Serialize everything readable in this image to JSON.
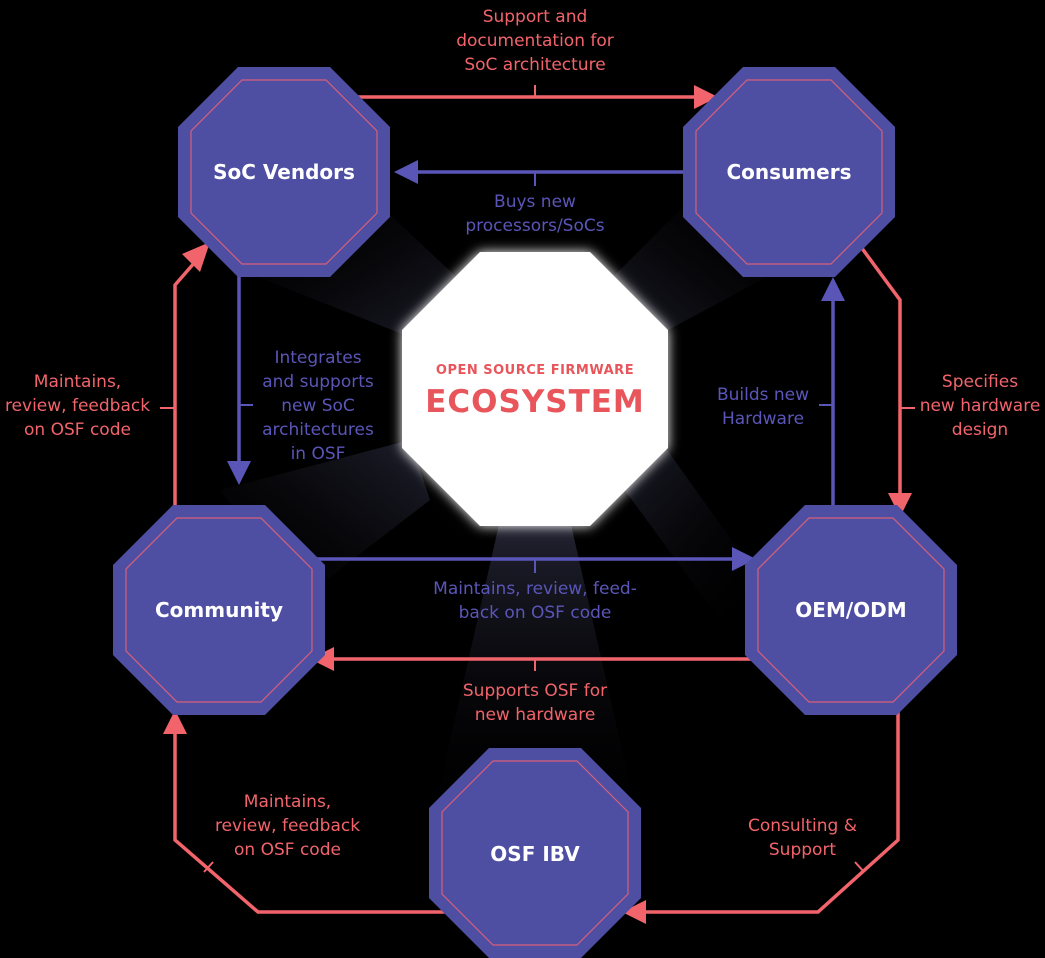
{
  "center": {
    "subtitle": "OPEN SOURCE FIRMWARE",
    "title": "ECOSYSTEM"
  },
  "nodes": {
    "soc_vendors": "SoC Vendors",
    "consumers": "Consumers",
    "community": "Community",
    "oem_odm": "OEM/ODM",
    "osf_ibv": "OSF IBV"
  },
  "edges": {
    "soc_to_consumers": "Support and\ndocumentation for\nSoC architecture",
    "consumers_to_soc": "Buys new\nprocessors/SoCs",
    "soc_to_community": "Integrates\nand supports\nnew SoC\narchitectures\nin OSF",
    "community_to_soc": "Maintains,\nreview, feedback\non OSF code",
    "oem_to_consumers": "Builds new\nHardware",
    "consumers_to_oem": "Specifies\nnew hardware\ndesign",
    "community_to_oem": "Maintains, review, feed-\nback on OSF code",
    "oem_to_community": "Supports OSF for\nnew hardware",
    "ibv_to_community": "Maintains,\nreview, feedback\non OSF code",
    "oem_to_ibv": "Consulting &\nSupport"
  },
  "colors": {
    "background": "#000000",
    "node_fill": "#4e4ea3",
    "node_inner_border": "#d8607a",
    "center_fill": "#ffffff",
    "center_text": "#e8555b",
    "red_arrow": "#f2646b",
    "blue_arrow": "#5a56b8"
  }
}
